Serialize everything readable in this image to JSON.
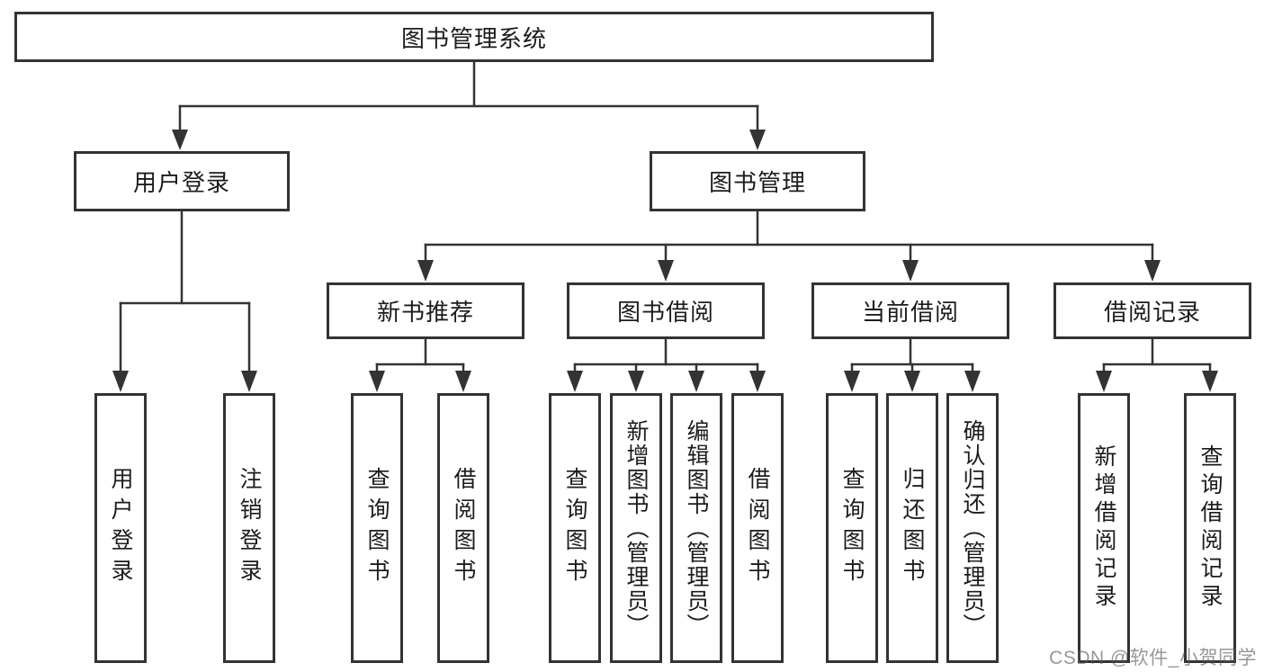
{
  "diagram": {
    "type": "hierarchy-tree",
    "root": {
      "label": "图书管理系统",
      "children": [
        {
          "label": "用户登录",
          "children": [
            {
              "label": "用户登录"
            },
            {
              "label": "注销登录"
            }
          ]
        },
        {
          "label": "图书管理",
          "children": [
            {
              "label": "新书推荐",
              "children": [
                {
                  "label": "查询图书"
                },
                {
                  "label": "借阅图书"
                }
              ]
            },
            {
              "label": "图书借阅",
              "children": [
                {
                  "label": "查询图书"
                },
                {
                  "label": "新增图书（管理员）"
                },
                {
                  "label": "编辑图书（管理员）"
                },
                {
                  "label": "借阅图书"
                }
              ]
            },
            {
              "label": "当前借阅",
              "children": [
                {
                  "label": "查询图书"
                },
                {
                  "label": "归还图书"
                },
                {
                  "label": "确认归还（管理员）"
                }
              ]
            },
            {
              "label": "借阅记录",
              "children": [
                {
                  "label": "新增借阅记录"
                },
                {
                  "label": "查询借阅记录"
                }
              ]
            }
          ]
        }
      ]
    },
    "colors": {
      "line": "#333333",
      "box_border": "#333333",
      "box_fill": "#ffffff",
      "text": "#1c1c1c"
    }
  },
  "watermark": {
    "text": "CSDN @软件_小贺同学",
    "color": "#8a8080"
  }
}
